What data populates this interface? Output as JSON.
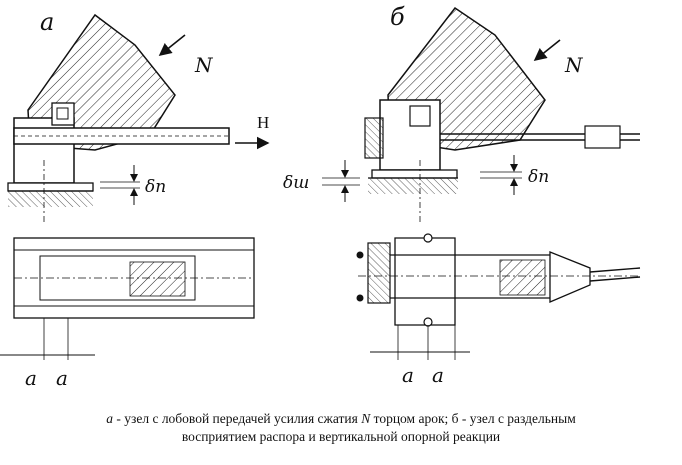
{
  "figure": {
    "label_a": "а",
    "label_b": "б",
    "force_n": "N",
    "force_h": "H",
    "gap_top": "δп",
    "gap_shim": "δш",
    "dim_a": "а"
  },
  "caption": {
    "line1_lead": "а",
    "line1_rest": " - узел с лобовой передачей усилия сжатия ",
    "line1_n": "N",
    "line1_tail": " торцом арок; б - узел с раздельным",
    "line2": "восприятием распора и вертикальной опорной реакции"
  }
}
